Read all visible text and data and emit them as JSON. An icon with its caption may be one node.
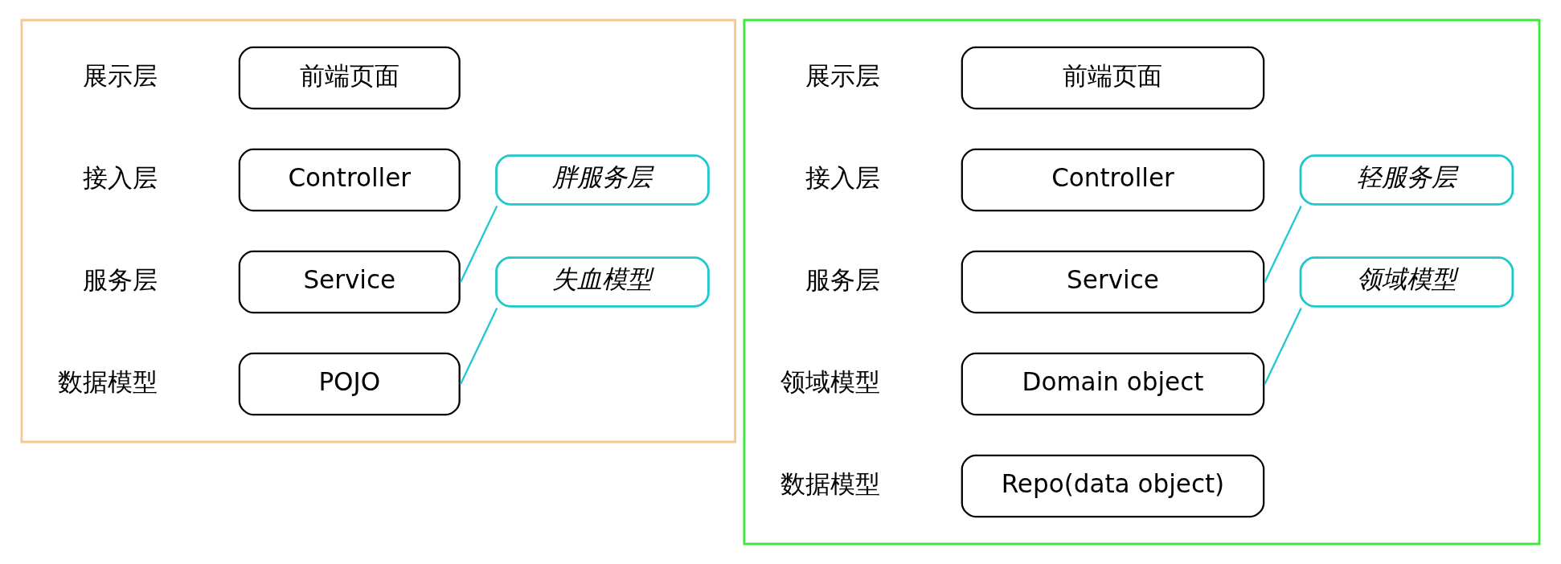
{
  "diagram": {
    "nodes": [
      {
        "text": [],
        "shape": "box"
      },
      {
        "text": [
          "前端页面"
        ],
        "beside": [
          "展示层"
        ],
        "in": 0
      },
      {
        "text": [
          "Controller"
        ],
        "beside": [
          "接入层"
        ],
        "in": 0
      },
      {
        "text": [
          "胖服务层"
        ],
        "in": 0
      },
      {
        "text": [
          "Service"
        ],
        "beside": [
          "服务层"
        ],
        "in": 0
      },
      {
        "text": [
          "失血模型"
        ],
        "in": 0
      },
      {
        "text": [
          "POJO"
        ],
        "beside": [
          "数据模型"
        ],
        "in": 0
      },
      {
        "text": [],
        "shape": "box"
      },
      {
        "text": [
          "前端页面"
        ],
        "beside": [
          "展示层"
        ],
        "in": 7
      },
      {
        "text": [
          "Controller"
        ],
        "beside": [
          "接入层"
        ],
        "in": 7
      },
      {
        "text": [
          "轻服务层"
        ],
        "in": 7
      },
      {
        "text": [
          "Service"
        ],
        "beside": [
          "服务层"
        ],
        "in": 7
      },
      {
        "text": [
          "领域模型"
        ],
        "in": 7
      },
      {
        "text": [
          "Domain object"
        ],
        "beside": [
          "领域模型"
        ],
        "in": 7
      },
      {
        "text": [
          "Repo(data object)"
        ],
        "beside": [
          "数据模型"
        ],
        "in": 7
      }
    ],
    "edges": [
      {
        "from": 3,
        "to": 4,
        "arrow": "none"
      },
      {
        "from": 5,
        "to": 6,
        "arrow": "none"
      },
      {
        "from": 10,
        "to": 11,
        "arrow": "none"
      },
      {
        "from": 12,
        "to": 13,
        "arrow": "none"
      }
    ]
  }
}
